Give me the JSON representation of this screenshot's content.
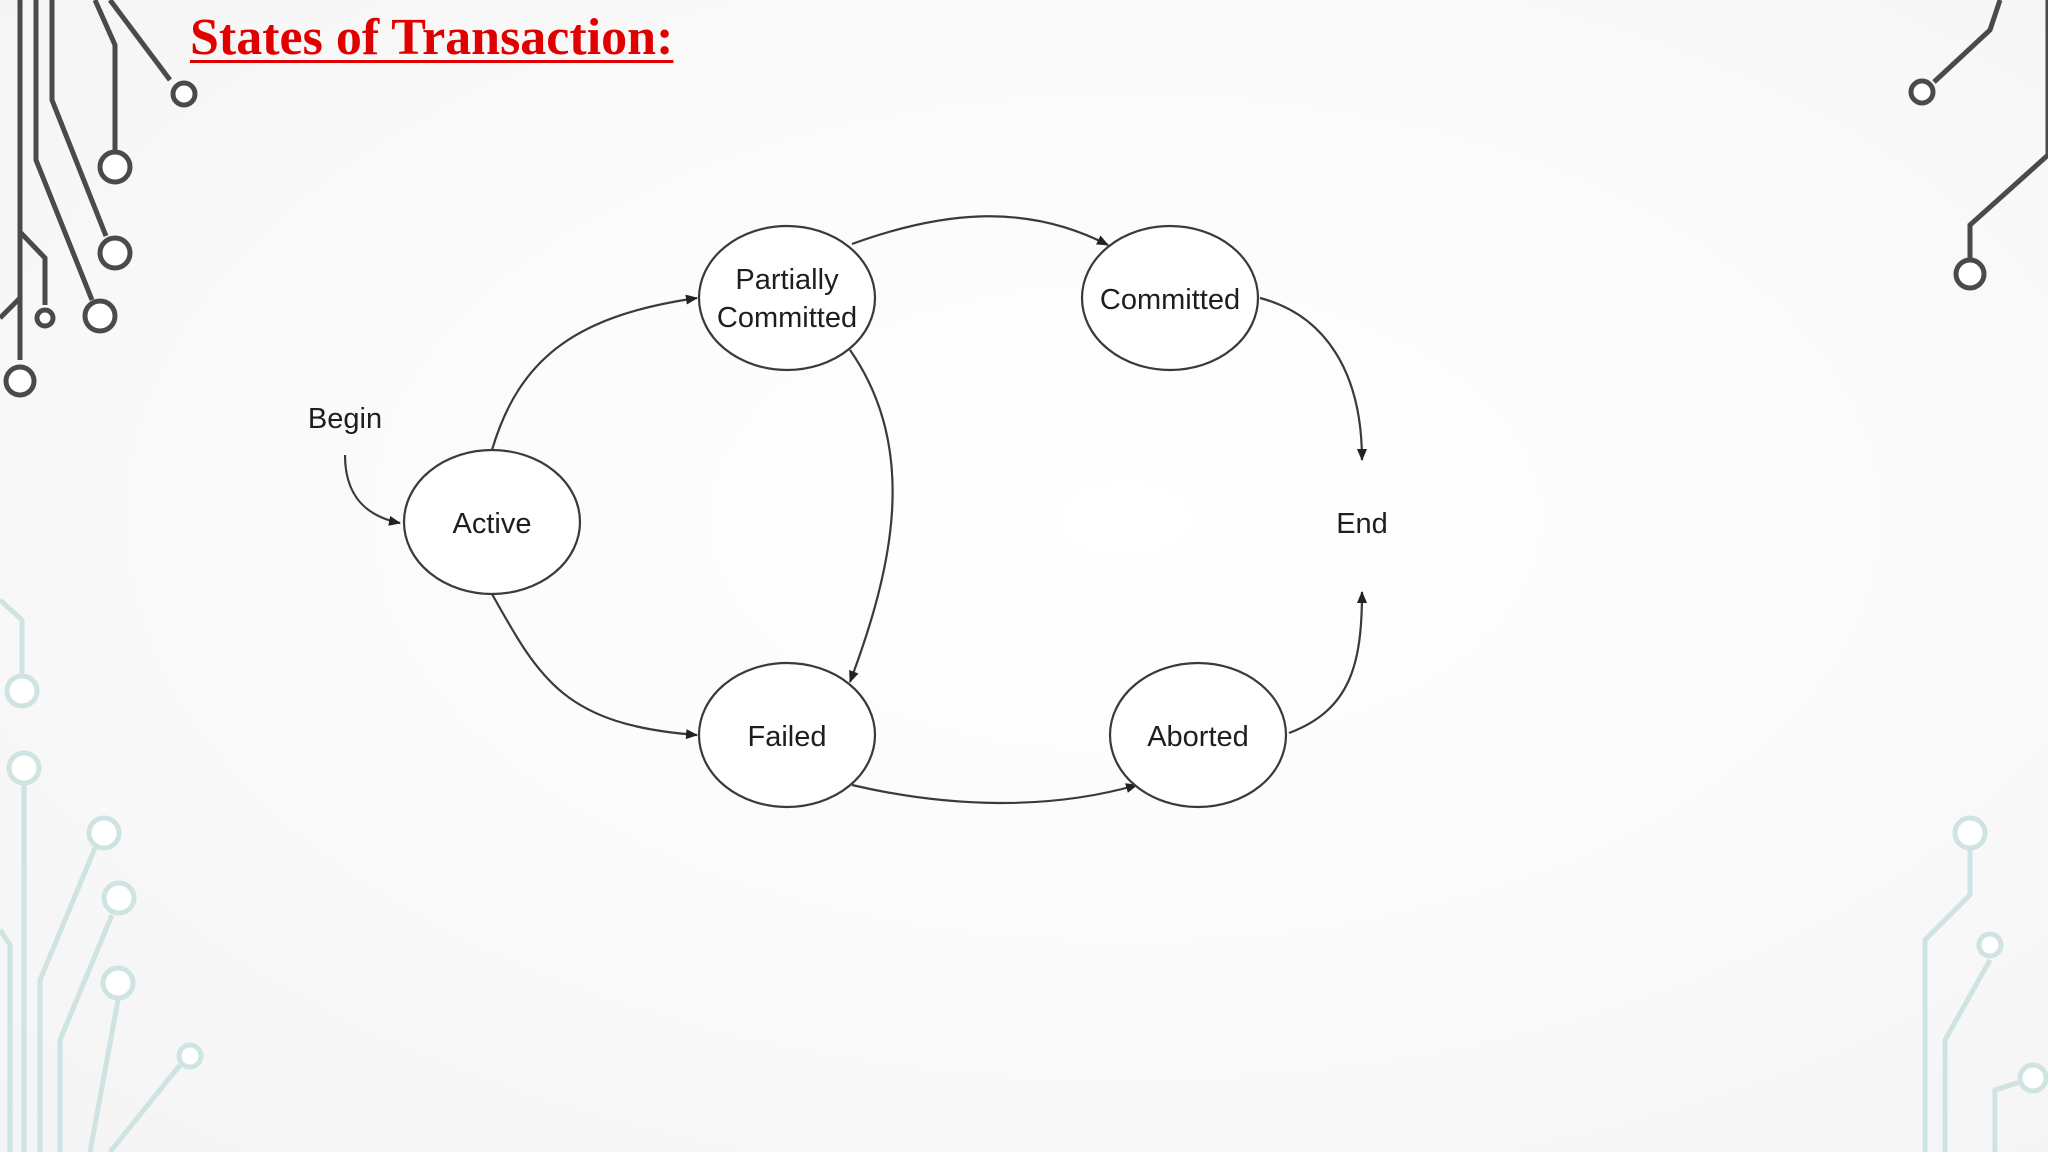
{
  "slide": {
    "title": "States of Transaction:"
  },
  "diagram": {
    "start_label": "Begin",
    "end_label": "End",
    "states": {
      "active": "Active",
      "partially_committed_line1": "Partially",
      "partially_committed_line2": "Committed",
      "committed": "Committed",
      "failed": "Failed",
      "aborted": "Aborted"
    },
    "transitions": [
      {
        "from": "Begin",
        "to": "Active"
      },
      {
        "from": "Active",
        "to": "Partially Committed"
      },
      {
        "from": "Active",
        "to": "Failed"
      },
      {
        "from": "Partially Committed",
        "to": "Committed"
      },
      {
        "from": "Partially Committed",
        "to": "Failed"
      },
      {
        "from": "Failed",
        "to": "Aborted"
      },
      {
        "from": "Committed",
        "to": "End"
      },
      {
        "from": "Aborted",
        "to": "End"
      }
    ]
  },
  "colors": {
    "title": "#e00000",
    "diagram_stroke": "#3a3a3a",
    "circuit_dark": "#4a4a4a",
    "circuit_light": "#cfe3e3"
  }
}
